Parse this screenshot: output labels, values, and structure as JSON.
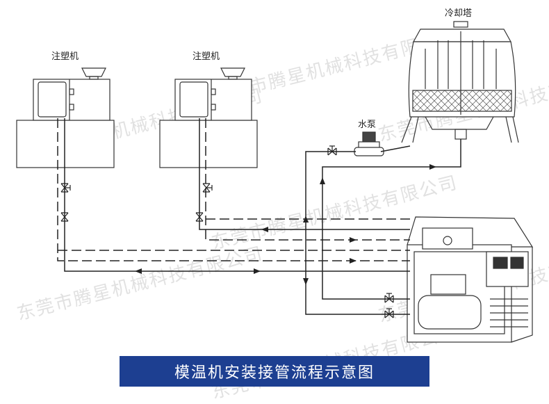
{
  "labels": {
    "machine_1": "注塑机",
    "machine_2": "注塑机",
    "cooling_tower": "冷却塔",
    "pump": "水泵"
  },
  "watermark": "东莞市腾星机械科技有限公司",
  "caption": "模温机安装接管流程示意图"
}
